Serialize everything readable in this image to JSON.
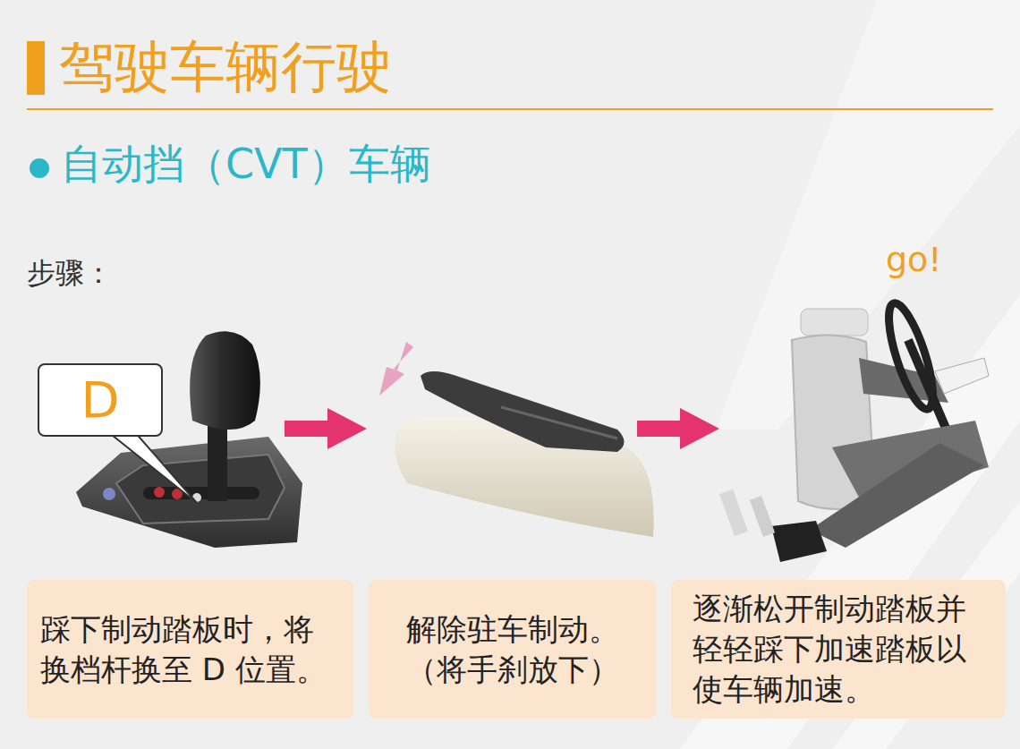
{
  "diagram": {
    "title": "驾驶车辆行驶",
    "nodes": [
      {
        "text": [
          "D"
        ]
      },
      {
        "text": [
          "踩下制动踏板时，将 换档杆换至 D 位置。"
        ]
      },
      {
        "text": [
          "解除驻车制动。",
          "（将手刹放下）"
        ]
      },
      {
        "text": [
          "逐渐松开制动踏板并 轻轻踩下加速踏板以 使车辆加速。"
        ]
      }
    ],
    "labels": [
      "自动挡（CVT）车辆",
      "步骤：",
      "go!"
    ]
  }
}
